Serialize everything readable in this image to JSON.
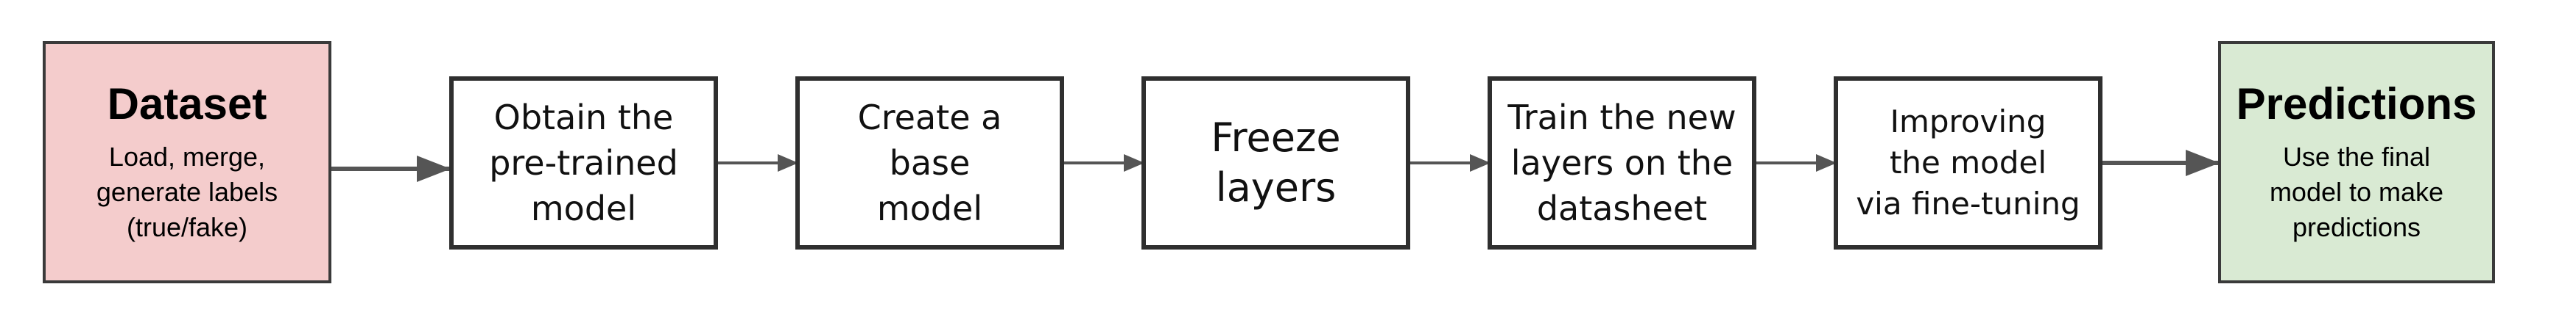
{
  "colors": {
    "dataset_fill": "#f4cccc",
    "predictions_fill": "#d9ead3",
    "border": "#333333",
    "arrow": "#555555"
  },
  "dataset": {
    "title": "Dataset",
    "description": "Load, merge,\ngenerate labels\n(true/fake)"
  },
  "steps": [
    {
      "label": "Obtain the\npre-trained\nmodel"
    },
    {
      "label": "Create a\nbase\nmodel"
    },
    {
      "label": "Freeze\nlayers"
    },
    {
      "label": "Train the new\nlayers on the\ndatasheet"
    },
    {
      "label": "Improving\nthe model\nvia fine-tuning"
    }
  ],
  "predictions": {
    "title": "Predictions",
    "description": "Use the final\nmodel to make\npredictions"
  }
}
